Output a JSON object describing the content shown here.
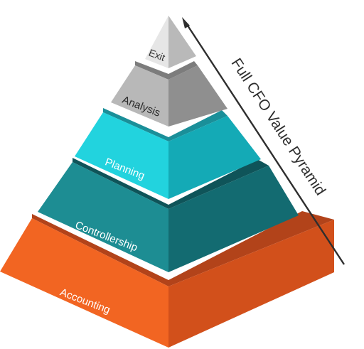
{
  "diagram": {
    "title": "Full CFO Value Pyramid",
    "tiers": [
      {
        "label": "Exit",
        "colors": {
          "left": "#e6e6e6",
          "right": "#b9b9b9",
          "top": "#d0d0d0"
        }
      },
      {
        "label": "Analysis",
        "colors": {
          "left": "#b8b8b8",
          "right": "#8f8f8f",
          "top": "#7c7c7c"
        }
      },
      {
        "label": "Planning",
        "colors": {
          "left": "#22d3de",
          "right": "#14aab6",
          "top": "#1a8f99"
        }
      },
      {
        "label": "Controllership",
        "colors": {
          "left": "#1d8d93",
          "right": "#136b71",
          "top": "#0f5459"
        }
      },
      {
        "label": "Accounting",
        "colors": {
          "left": "#f26522",
          "right": "#d2501b",
          "top": "#b2431a"
        }
      }
    ],
    "arrow_color": "#2e2e2e"
  }
}
